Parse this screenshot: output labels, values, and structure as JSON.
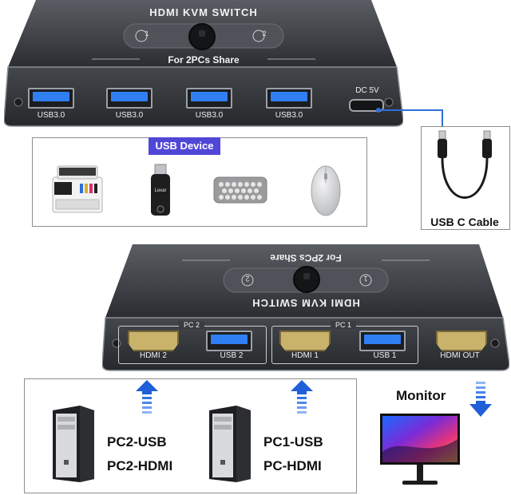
{
  "top_switch": {
    "title": "HDMI KVM SWITCH",
    "button_1": "1",
    "button_2": "2",
    "share_text": "For 2PCs Share",
    "ports": [
      "USB3.0",
      "USB3.0",
      "USB3.0",
      "USB3.0"
    ],
    "power_label": "DC 5V"
  },
  "usb_devices": {
    "tag": "USB Device",
    "items": [
      "printer-icon",
      "flash-drive-icon",
      "keyboard-icon",
      "mouse-icon"
    ],
    "flash_drive_brand": "Lexar"
  },
  "cable": {
    "label": "USB C Cable"
  },
  "bottom_switch": {
    "title": "HDMI KVM SWITCH",
    "share_text": "For 2PCs Share",
    "button_1": "1",
    "button_2": "2",
    "group_pc2": "PC 2",
    "group_pc1": "PC 1",
    "port_labels": [
      "HDMI 2",
      "USB 2",
      "HDMI 1",
      "USB 1",
      "HDMI OUT"
    ]
  },
  "pcs": {
    "pc2_usb": "PC2-USB",
    "pc2_hdmi": "PC2-HDMI",
    "pc1_usb": "PC1-USB",
    "pc1_hdmi": "PC-HDMI"
  },
  "monitor": {
    "label": "Monitor"
  },
  "colors": {
    "accent_blue": "#2f7ff2",
    "tag_purple": "#5046d8",
    "device_body": "#3a3c40"
  }
}
